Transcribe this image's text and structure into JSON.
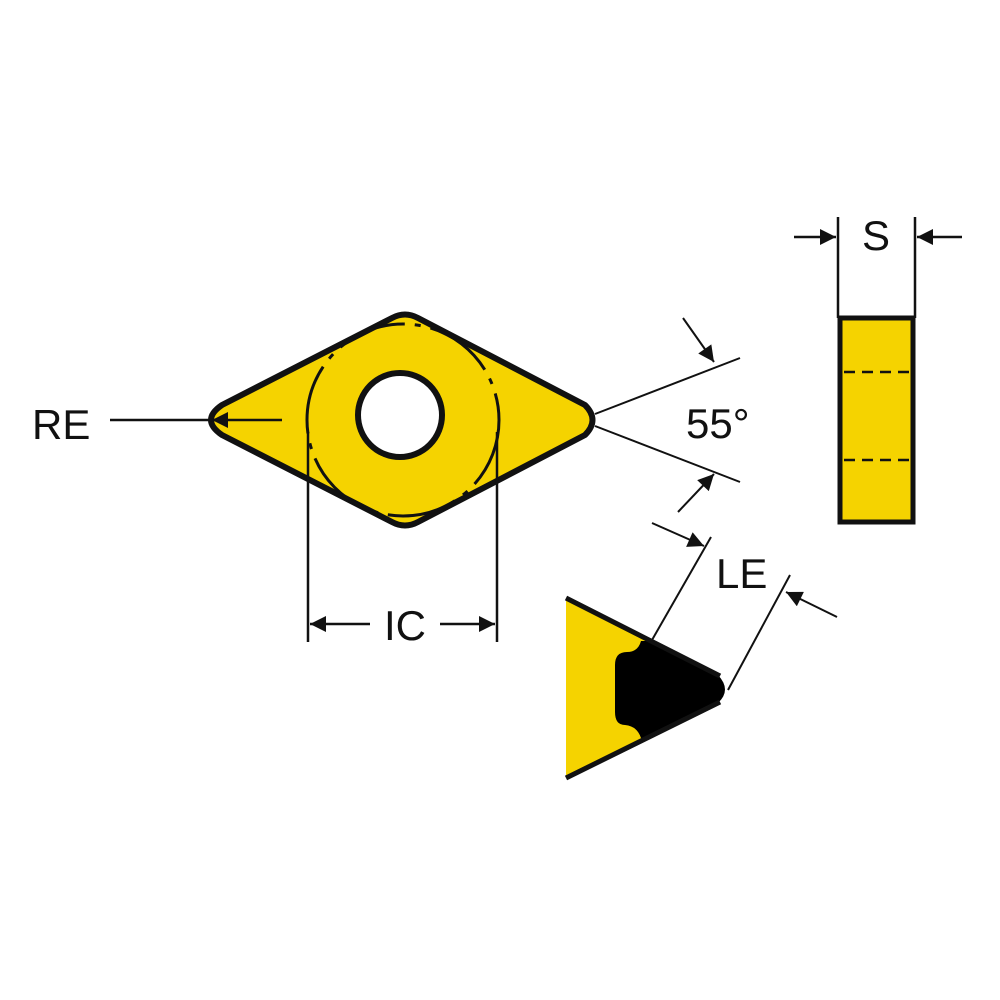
{
  "labels": {
    "corner_radius": "RE",
    "inscribed_circle": "IC",
    "angle": "55°",
    "thickness": "S",
    "edge_length": "LE"
  },
  "colors": {
    "insert_fill": "#f5d300",
    "outline": "#111111",
    "cutting_tip": "#000000"
  }
}
